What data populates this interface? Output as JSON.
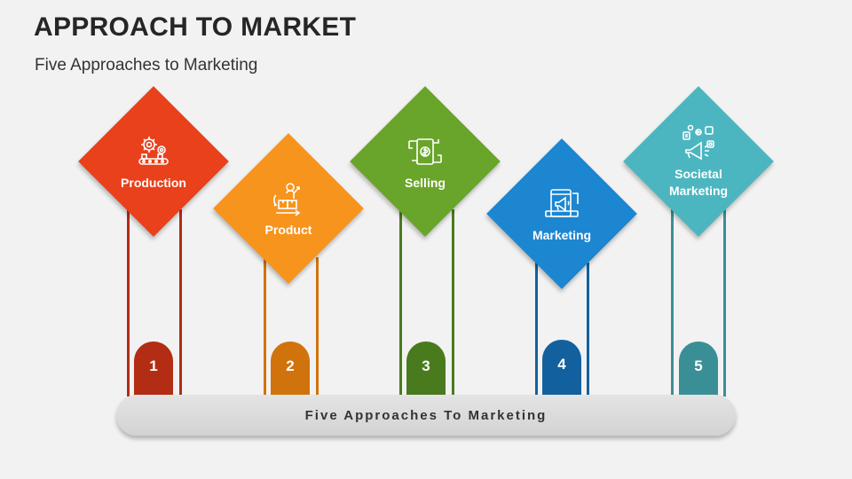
{
  "header": {
    "title": "APPROACH TO MARKET",
    "subtitle": "Five Approaches to Marketing"
  },
  "approaches": [
    {
      "number": "1",
      "label": "Production",
      "icon": "gears-conveyor-icon",
      "color": "#e8411c",
      "dark_color": "#b32c14"
    },
    {
      "number": "2",
      "label": "Product",
      "icon": "product-box-arrow-icon",
      "color": "#f7941d",
      "dark_color": "#d1730c"
    },
    {
      "number": "3",
      "label": "Selling",
      "icon": "money-exchange-icon",
      "color": "#6aa52b",
      "dark_color": "#4a7a1e"
    },
    {
      "number": "4",
      "label": "Marketing",
      "icon": "digital-megaphone-icon",
      "color": "#1c86d1",
      "dark_color": "#12619e"
    },
    {
      "number": "5",
      "label": "Societal Marketing",
      "icon": "social-media-megaphone-icon",
      "color": "#4bb6c0",
      "dark_color": "#3a8f97"
    }
  ],
  "bottom_bar": {
    "label": "Five Approaches To Marketing"
  }
}
